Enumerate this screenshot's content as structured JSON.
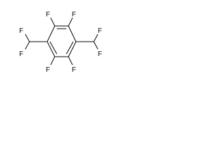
{
  "molecule": {
    "atoms": {
      "f_top_left": "F",
      "f_top_right": "F",
      "f_bottom_left": "F",
      "f_bottom_right": "F",
      "f_left_chf2_top": "F",
      "f_left_chf2_bottom": "F",
      "f_right_chf2_top": "F",
      "f_right_chf2_bottom": "F"
    },
    "colors": {
      "ink": "#000000",
      "background": "#ffffff"
    }
  }
}
